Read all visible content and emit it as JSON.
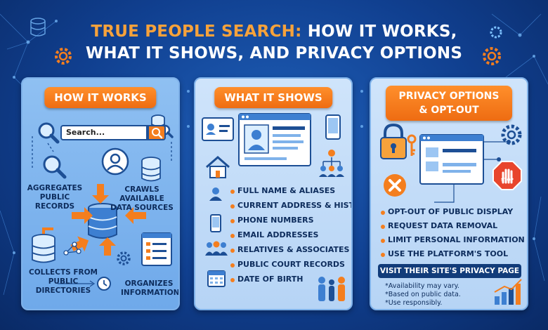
{
  "title": {
    "line1_accent": "TRUE PEOPLE SEARCH:",
    "line1_rest": "HOW IT WORKS,",
    "line2": "WHAT IT SHOWS, AND PRIVACY OPTIONS"
  },
  "panel_how": {
    "heading": "HOW IT WORKS",
    "search_placeholder": "Search...",
    "label_aggregates": [
      "AGGREGATES",
      "PUBLIC RECORDS"
    ],
    "label_crawls": [
      "CRAWLS AVAILABLE",
      "DATA SOURCES"
    ],
    "label_collects": [
      "COLLECTS FROM",
      "PUBLIC DIRECTORIES"
    ],
    "label_organizes": [
      "ORGANIZES",
      "INFORMATION"
    ]
  },
  "panel_shows": {
    "heading": "WHAT IT SHOWS",
    "items": [
      "FULL NAME & ALIASES",
      "CURRENT ADDRESS & HISTORY",
      "PHONE NUMBERS",
      "EMAIL ADDRESSES",
      "RELATIVES & ASSOCIATES",
      "PUBLIC COURT RECORDS",
      "DATE OF BIRTH"
    ]
  },
  "panel_privacy": {
    "heading_line1": "PRIVACY OPTIONS",
    "heading_line2": "& OPT-OUT",
    "stop_sign": "STOP",
    "items": [
      "OPT-OUT OF PUBLIC DISPLAY",
      "REQUEST DATA REMOVAL",
      "LIMIT PERSONAL INFORMATION",
      "USE THE PLATFORM'S TOOL"
    ],
    "visit_banner": "VISIT THEIR SITE'S PRIVACY PAGE",
    "notes": [
      "*Availability may vary.",
      "*Based on public data.",
      "*Use responsibly."
    ]
  },
  "colors": {
    "accent_orange": "#f47e1e",
    "title_orange": "#f7a23b",
    "navy": "#0d2c5c",
    "background_blue": "#103f8f"
  },
  "icons": {
    "how": [
      "magnifier-icon",
      "database-icon",
      "user-icon",
      "gear-icon",
      "document-icon",
      "arrow-icon"
    ],
    "shows": [
      "id-card-icon",
      "browser-profile-icon",
      "smartphone-icon",
      "house-icon",
      "people-network-icon",
      "phone-icon",
      "envelope-icon",
      "family-icon",
      "calendar-icon",
      "people-group-icon"
    ],
    "privacy": [
      "padlock-icon",
      "key-icon",
      "browser-window-icon",
      "gear-icon",
      "stop-hand-icon",
      "close-x-icon",
      "bar-chart-icon"
    ]
  }
}
